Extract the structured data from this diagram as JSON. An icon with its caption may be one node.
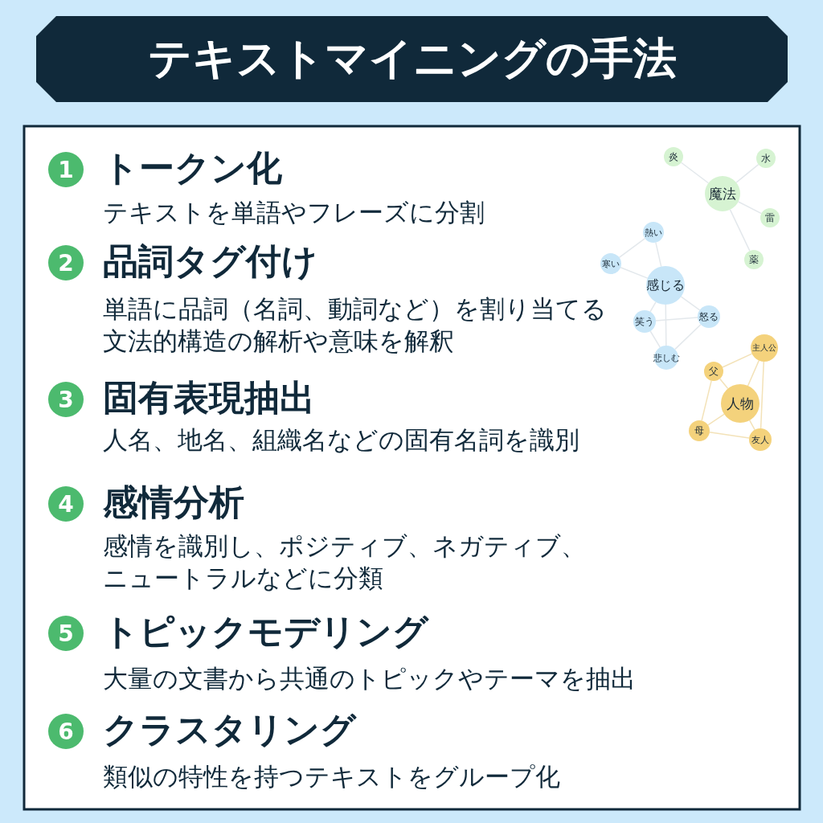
{
  "diagram": {
    "title": "テキストマイニングの手法",
    "nodes": [
      {
        "text": [
          "1"
        ],
        "beside": [
          "トークン化",
          "テキストを単語やフレーズに分割"
        ]
      },
      {
        "text": [
          "2"
        ],
        "beside": [
          "品詞タグ付け",
          "単語に品詞（名詞、動詞など）を割り当てる",
          "文法的構造の解析や意味を解釈"
        ]
      },
      {
        "text": [
          "3"
        ],
        "beside": [
          "固有表現抽出",
          "人名、地名、組織名などの固有名詞を識別"
        ]
      },
      {
        "text": [
          "4"
        ],
        "beside": [
          "感情分析",
          "感情を識別し、ポジティブ、ネガティブ、",
          "ニュートラルなどに分類"
        ]
      },
      {
        "text": [
          "5"
        ],
        "beside": [
          "トピックモデリング",
          "大量の文書から共通のトピックやテーマを抽出"
        ]
      },
      {
        "text": [
          "6"
        ],
        "beside": [
          "クラスタリング",
          "類似の特性を持つテキストをグループ化"
        ]
      },
      {
        "text": [
          "魔法"
        ]
      },
      {
        "text": [
          "炎"
        ]
      },
      {
        "text": [
          "水"
        ]
      },
      {
        "text": [
          "雷"
        ]
      },
      {
        "text": [
          "薬"
        ]
      },
      {
        "text": [
          "感じる"
        ]
      },
      {
        "text": [
          "熱い"
        ]
      },
      {
        "text": [
          "寒い"
        ]
      },
      {
        "text": [
          "怒る"
        ]
      },
      {
        "text": [
          "笑う"
        ]
      },
      {
        "text": [
          "悲しむ"
        ]
      },
      {
        "text": [
          "人物"
        ]
      },
      {
        "text": [
          "主人公"
        ]
      },
      {
        "text": [
          "父"
        ]
      },
      {
        "text": [
          "母"
        ]
      },
      {
        "text": [
          "友人"
        ]
      }
    ],
    "edges": [
      {
        "from": 6,
        "to": 7,
        "arrow": "none"
      },
      {
        "from": 6,
        "to": 8,
        "arrow": "none"
      },
      {
        "from": 6,
        "to": 9,
        "arrow": "none"
      },
      {
        "from": 6,
        "to": 10,
        "arrow": "none"
      },
      {
        "from": 11,
        "to": 12,
        "arrow": "none"
      },
      {
        "from": 11,
        "to": 13,
        "arrow": "none"
      },
      {
        "from": 12,
        "to": 13,
        "arrow": "none"
      },
      {
        "from": 11,
        "to": 14,
        "arrow": "none"
      },
      {
        "from": 11,
        "to": 15,
        "arrow": "none"
      },
      {
        "from": 11,
        "to": 16,
        "arrow": "none"
      },
      {
        "from": 15,
        "to": 14,
        "arrow": "none"
      },
      {
        "from": 15,
        "to": 16,
        "arrow": "none"
      },
      {
        "from": 14,
        "to": 16,
        "arrow": "none"
      },
      {
        "from": 17,
        "to": 19,
        "arrow": "none",
        "color": "#f3e2b8"
      },
      {
        "from": 17,
        "to": 20,
        "arrow": "none",
        "color": "#f3e2b8"
      },
      {
        "from": 17,
        "to": 21,
        "arrow": "none",
        "color": "#f3e2b8"
      },
      {
        "from": 17,
        "to": 18,
        "arrow": "none",
        "color": "#f3e2b8"
      },
      {
        "from": 19,
        "to": 18,
        "arrow": "none",
        "color": "#f3e2b8"
      },
      {
        "from": 19,
        "to": 20,
        "arrow": "none",
        "color": "#f3e2b8"
      },
      {
        "from": 20,
        "to": 21,
        "arrow": "none",
        "color": "#f3e2b8"
      },
      {
        "from": 18,
        "to": 21,
        "arrow": "none",
        "color": "#f3e2b8"
      }
    ]
  }
}
